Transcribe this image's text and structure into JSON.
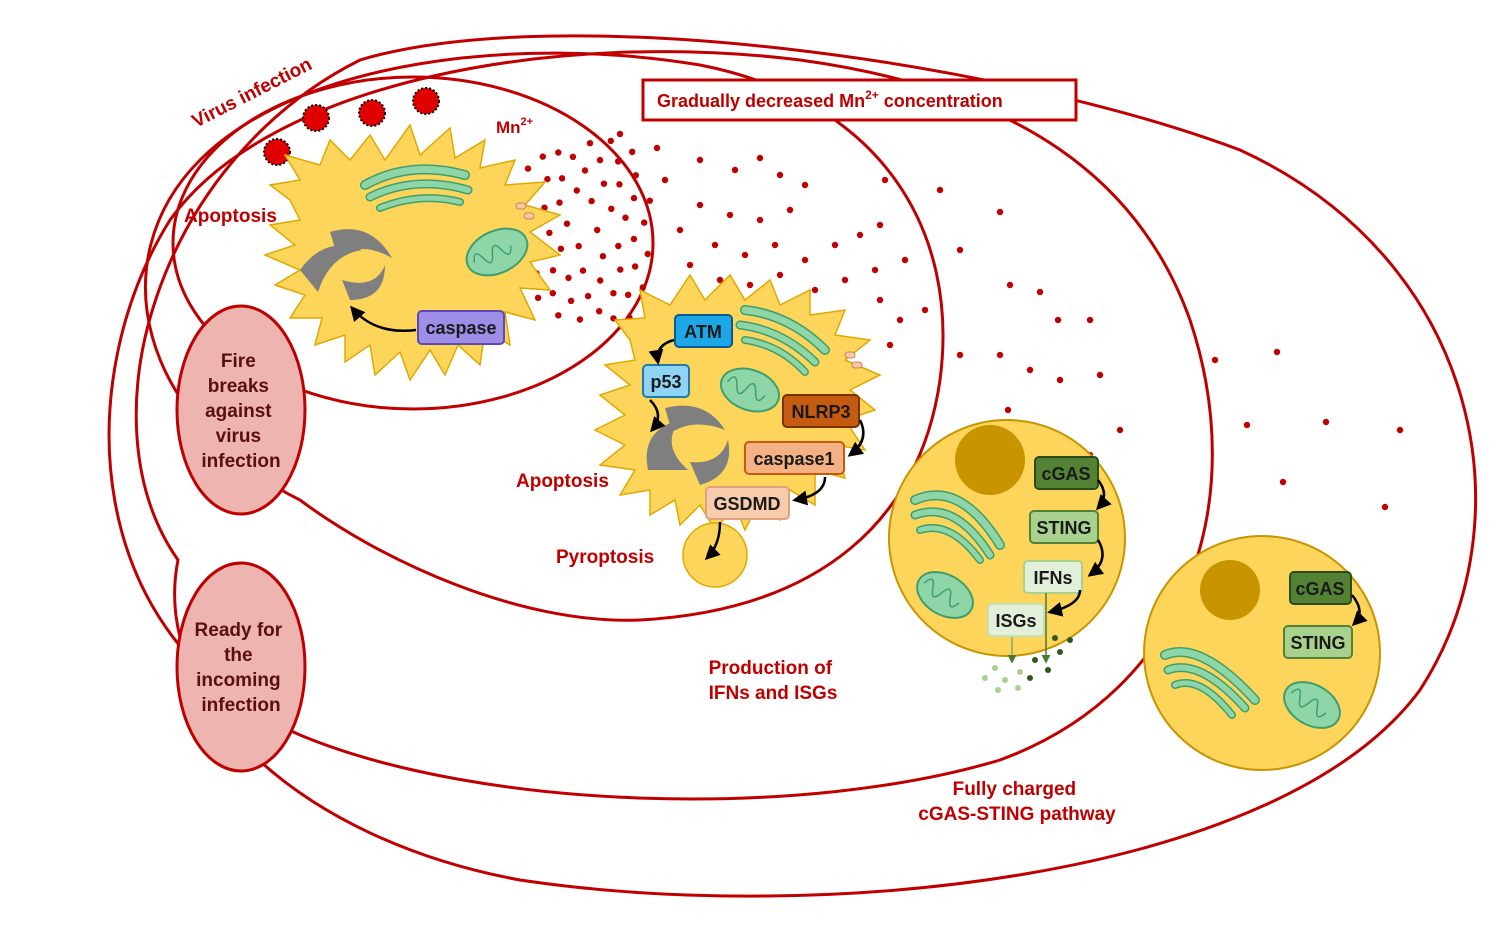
{
  "title_box": {
    "text": "Gradually decreased Mn",
    "superscript": "2+",
    "suffix": " concentration"
  },
  "labels": {
    "virus_infection": "Virus infection",
    "mn": "Mn",
    "mn_sup": "2+",
    "apoptosis_1": "Apoptosis",
    "apoptosis_2": "Apoptosis",
    "pyroptosis": "Pyroptosis",
    "production_line1": "Production of",
    "production_line2": "IFNs and ISGs",
    "fully_line1": "Fully charged",
    "fully_line2": "cGAS-STING pathway"
  },
  "side_ovals": {
    "fire": [
      "Fire",
      "breaks",
      "against",
      "virus",
      "infection"
    ],
    "ready": [
      "Ready for",
      "the",
      "incoming",
      "infection"
    ]
  },
  "boxes": {
    "caspase": "caspase",
    "atm": "ATM",
    "p53": "p53",
    "nlrp3": "NLRP3",
    "caspase1": "caspase1",
    "gsdmd": "GSDMD",
    "cgas_1": "cGAS",
    "sting_1": "STING",
    "ifns": "IFNs",
    "isgs": "ISGs",
    "cgas_2": "cGAS",
    "sting_2": "STING"
  },
  "colors": {
    "accent_red": "#c00000",
    "cell_yellow": "#fcd55a",
    "nucleus": "#c89400",
    "organelle_green": "#8ed6a8",
    "dark_red_text": "#5a0f0f",
    "oval_fill": "#edb4b0"
  }
}
